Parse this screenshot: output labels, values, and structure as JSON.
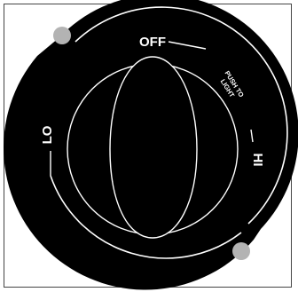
{
  "dial": {
    "off_label": "OFF",
    "push_label_line1": "PUSH TO",
    "push_label_line2": "LIGHT",
    "lo_label": "LO",
    "hi_label": "HI"
  },
  "colors": {
    "knob": "#000000",
    "ring": "#ffffff",
    "indicator_dot": "#b3b3b3",
    "background": "#ffffff",
    "frame": "#444444"
  }
}
